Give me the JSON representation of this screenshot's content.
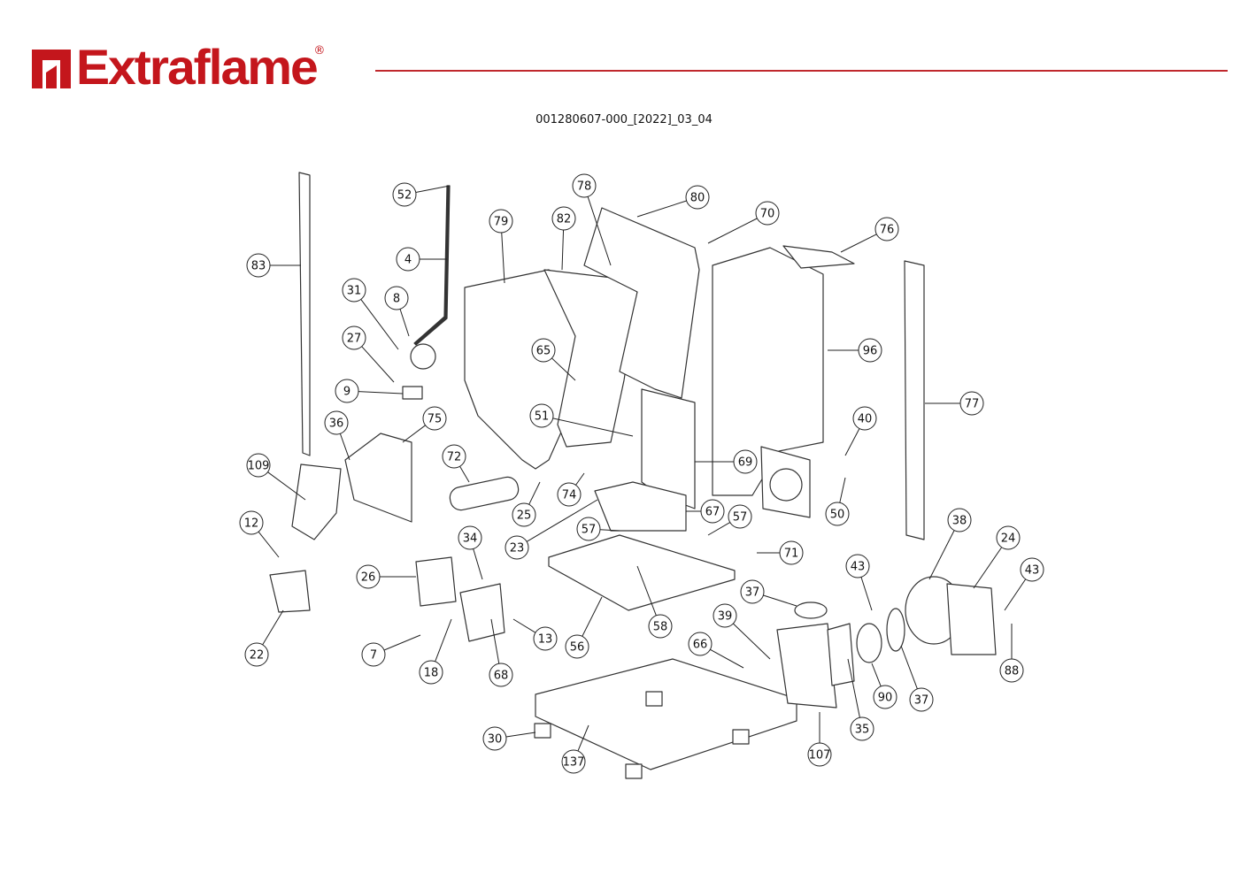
{
  "header": {
    "brand": "Extraflame",
    "registered_mark": "®",
    "brand_color": "#c4161c",
    "document_code": "001280607-000_[2022]_03_04"
  },
  "diagram": {
    "type": "exploded parts diagram",
    "callouts": [
      "52",
      "78",
      "80",
      "70",
      "76",
      "79",
      "82",
      "83",
      "4",
      "31",
      "8",
      "27",
      "96",
      "65",
      "9",
      "77",
      "51",
      "36",
      "75",
      "40",
      "72",
      "69",
      "109",
      "74",
      "25",
      "67",
      "57",
      "50",
      "38",
      "12",
      "57",
      "24",
      "34",
      "23",
      "71",
      "43",
      "43",
      "26",
      "37",
      "39",
      "13",
      "58",
      "56",
      "66",
      "7",
      "22",
      "18",
      "68",
      "88",
      "90",
      "37",
      "35",
      "30",
      "107",
      "137"
    ]
  }
}
